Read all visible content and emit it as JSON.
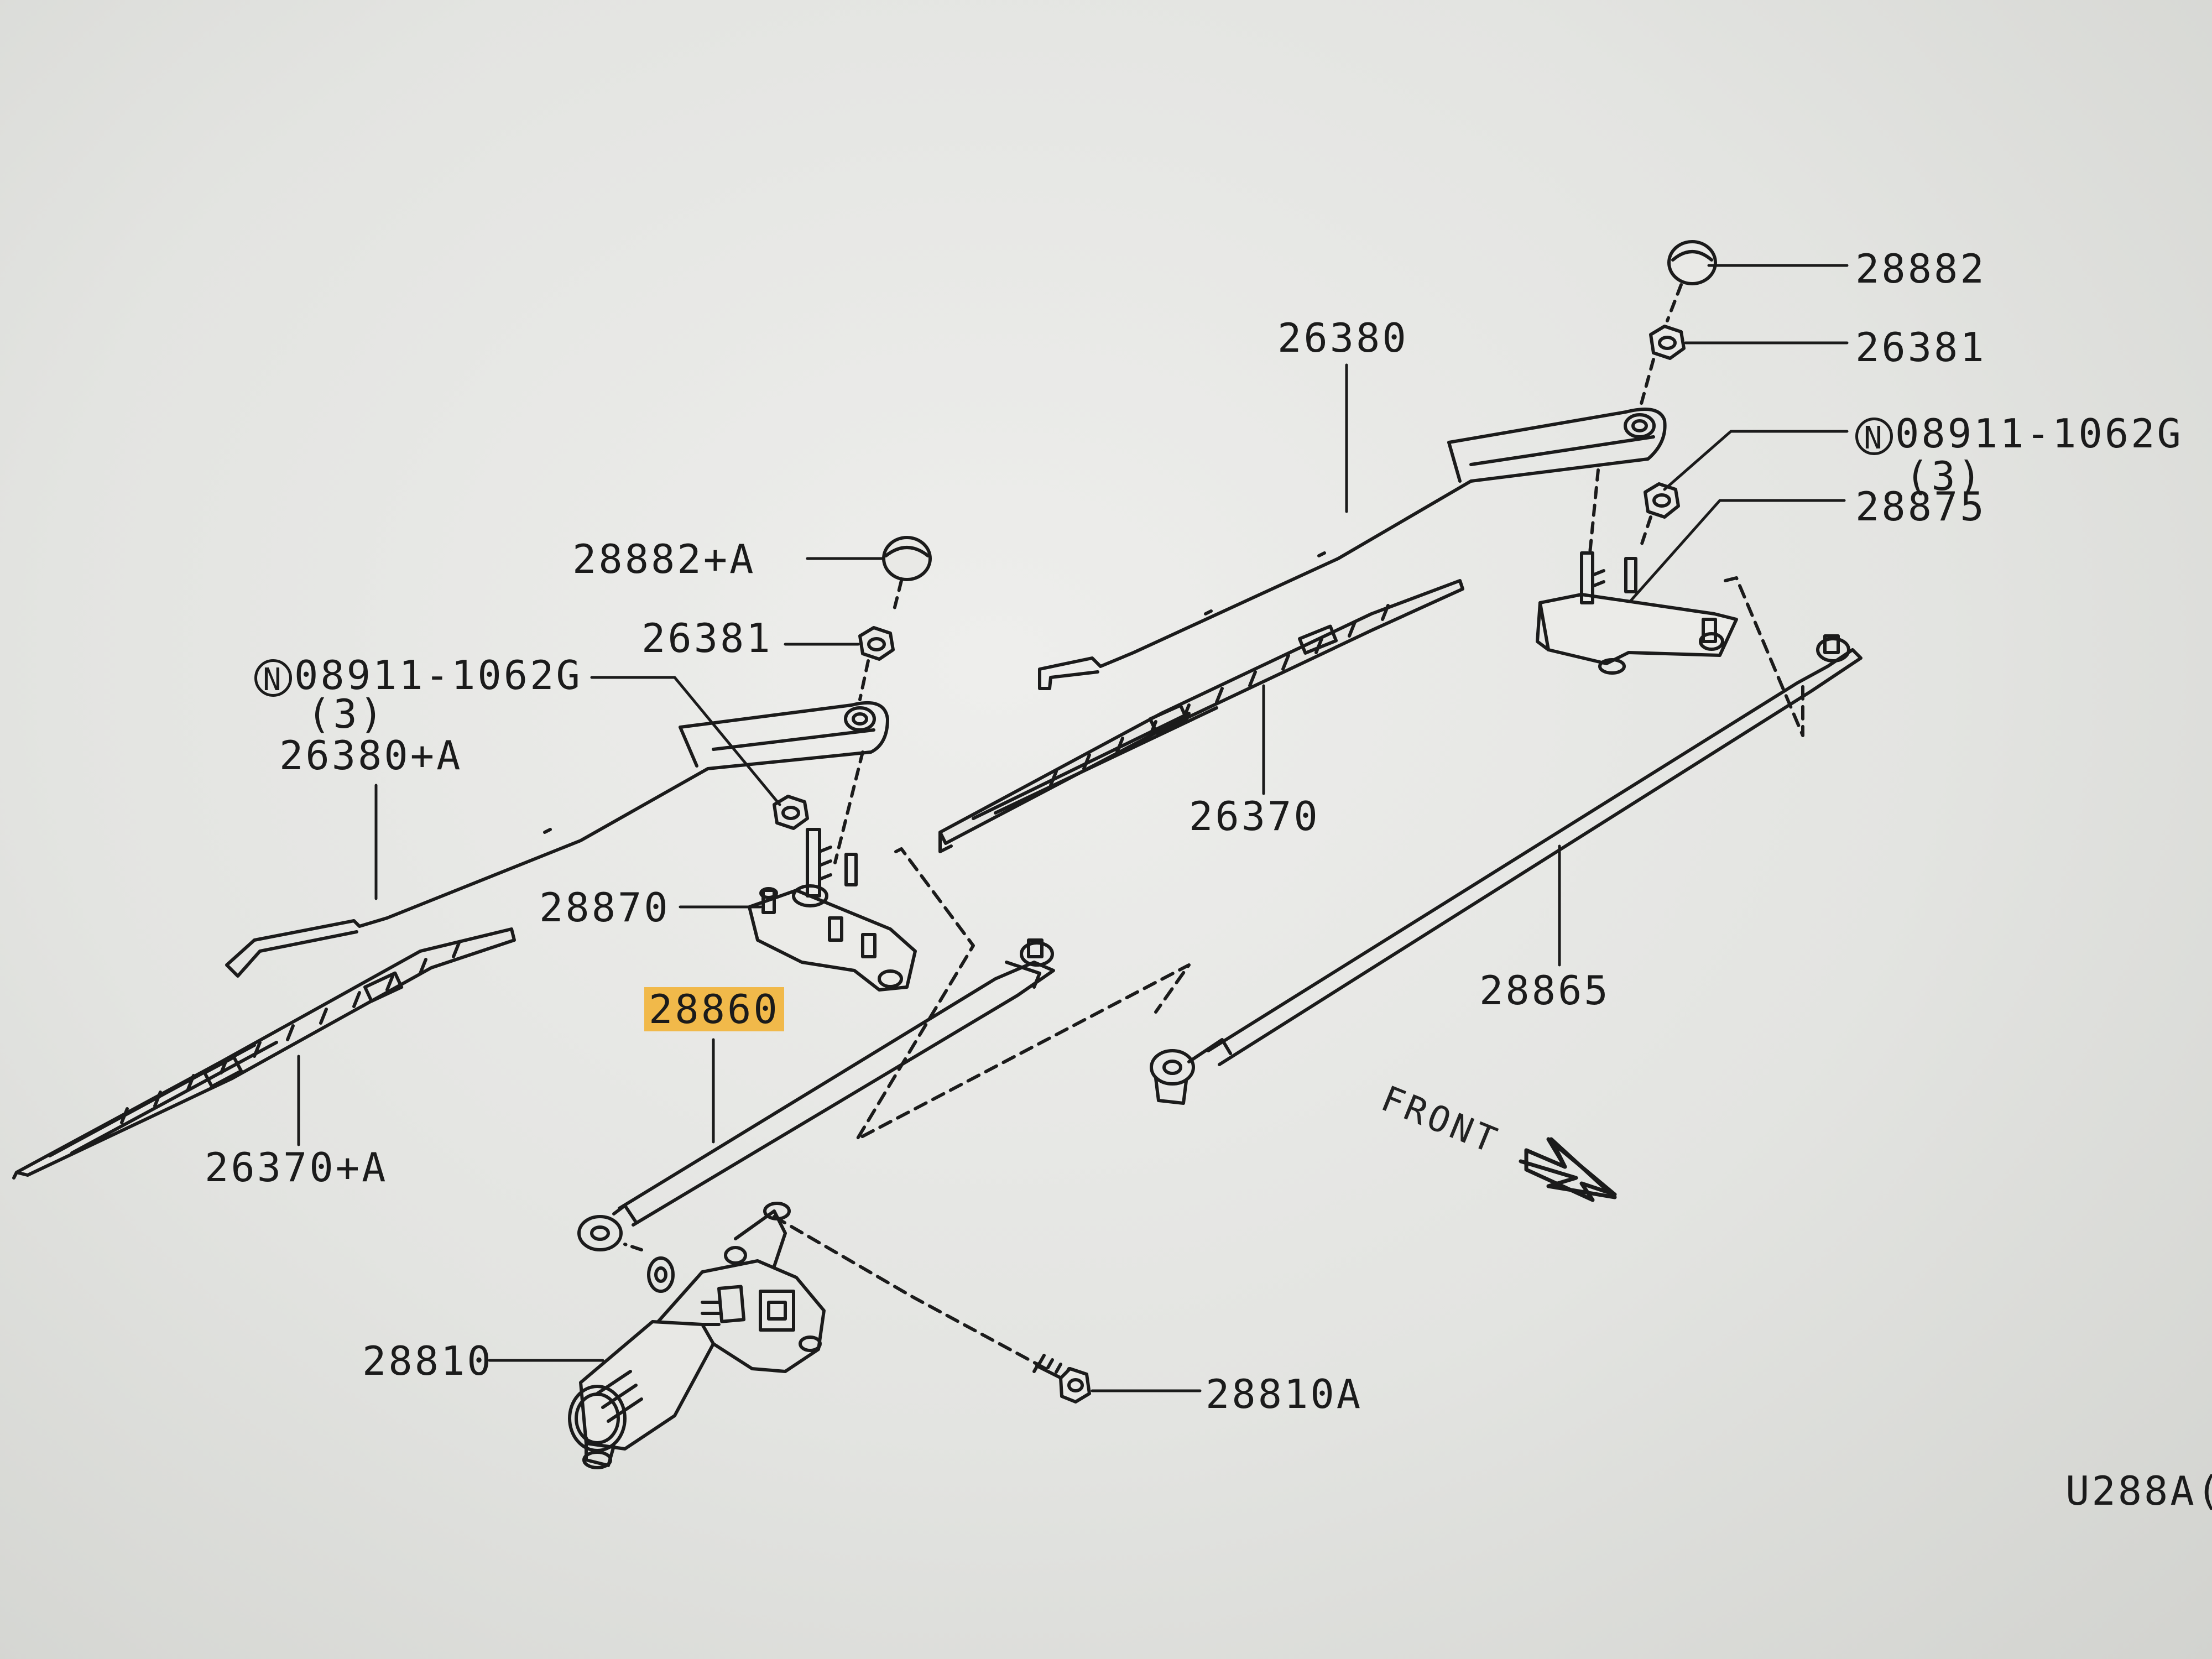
{
  "callouts": {
    "p28882_r": "28882",
    "p26381_r": "26381",
    "p26380": "26380",
    "p08911_r": "08911-1062G",
    "p08911_r_qty": "(3)",
    "p28875": "28875",
    "p28882a": "28882+A",
    "p26381_l": "26381",
    "p08911_l": "08911-1062G",
    "p08911_l_qty": "(3)",
    "p26380a": "26380+A",
    "p28870": "28870",
    "p26370": "26370",
    "p28865": "28865",
    "p28860": "28860",
    "p26370a": "26370+A",
    "p28810": "28810",
    "p28810a": "28810A",
    "diagram_code": "U288A(",
    "n_symbol": "N"
  },
  "front_label": "FRONT",
  "colors": {
    "line": "#1b1b1b",
    "highlight": "#f1b94a",
    "background": "#e6e7e4"
  },
  "icons": [
    "front-arrow-icon",
    "wiper-motor",
    "wiper-blade",
    "wiper-arm",
    "link-rod",
    "pivot",
    "nut",
    "cap",
    "bolt"
  ]
}
